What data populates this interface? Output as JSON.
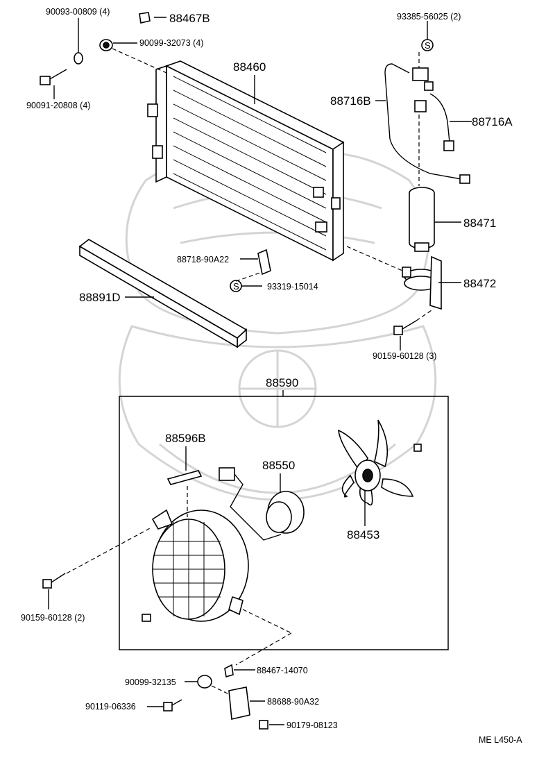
{
  "labels": {
    "p_90093": "90093-00809 (4)",
    "p_88467b": "88467B",
    "p_90099_32073": "90099-32073 (4)",
    "p_90091": "90091-20808 (4)",
    "p_88460": "88460",
    "p_93385": "93385-56025 (2)",
    "p_88716b": "88716B",
    "p_88716a": "88716A",
    "p_88471": "88471",
    "p_88718": "88718-90A22",
    "p_93319": "93319-15014",
    "p_88472": "88472",
    "p_88891d": "88891D",
    "p_90159_3": "90159-60128 (3)",
    "p_88590": "88590",
    "p_88596b": "88596B",
    "p_88550": "88550",
    "p_88453": "88453",
    "p_90159_2": "90159-60128 (2)",
    "p_90099_32135": "90099-32135",
    "p_88467_14070": "88467-14070",
    "p_90119": "90119-06336",
    "p_88688": "88688-90A32",
    "p_90179": "90179-08123",
    "s_mark_1": "S",
    "s_mark_2": "S",
    "footer_code": "ME  L450-A"
  }
}
